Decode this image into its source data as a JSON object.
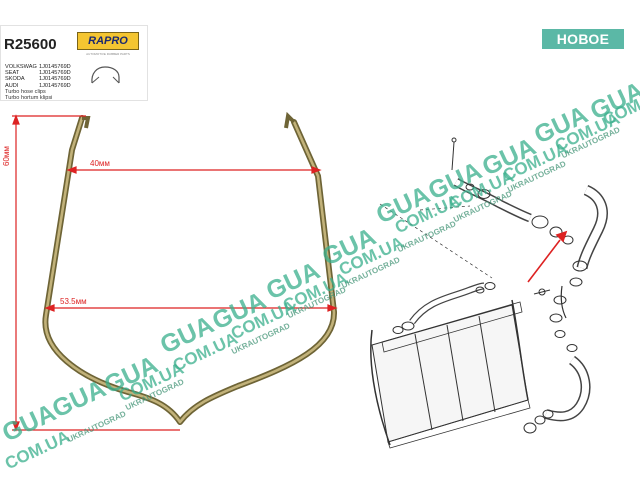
{
  "card": {
    "code": "R25600",
    "brand": "RAPRO",
    "brand_sub": "AUTOMOTIVE RUBBER PARTS",
    "fitments": [
      {
        "make": "Volkswag",
        "part": "1J0145769D"
      },
      {
        "make": "Seat",
        "part": "1J0145769D"
      },
      {
        "make": "Skoda",
        "part": "1J0145769D"
      },
      {
        "make": "Audi",
        "part": "1J0145769D"
      }
    ],
    "note_en": "Turbo hose clips",
    "note_tr": "Turbo hortum klipsi"
  },
  "badge": "НОВОЕ",
  "dimensions": {
    "height": "60мм",
    "top_width": "40мм",
    "bottom_width": "53.5мм"
  },
  "watermark": {
    "brand": "GUA",
    "domain": "COM.UA",
    "shop": "UKRAUTOGRAD"
  },
  "colors": {
    "accent_red": "#dd2222",
    "badge_green": "#5bb8a6",
    "watermark_green": "#3aaf8c",
    "brand_yellow": "#f4c531"
  }
}
